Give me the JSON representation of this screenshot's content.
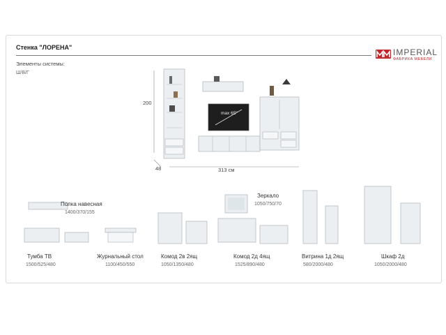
{
  "page": {
    "title": "Стенка \"ЛОРЕНА\"",
    "section_label": "Элементы системы:",
    "dims_header": "Ш/В/Г"
  },
  "brand": {
    "name": "IMPERIAL",
    "tagline": "ФАБРИКА МЕБЕЛИ",
    "accent": "#c0272d"
  },
  "composition": {
    "height_mark": "200",
    "depth_mark": "48",
    "width_mark": "313 см",
    "tv_mark": "max 65\""
  },
  "items": [
    {
      "name": "Полка навесная",
      "dims": "1400/370/155"
    },
    {
      "name": "Зеркало",
      "dims": "1050/750/70"
    },
    {
      "name": "Тумба ТВ",
      "dims": "1500/525/480"
    },
    {
      "name": "Журнальный стол",
      "dims": "1100/450/550"
    },
    {
      "name": "Комод 2в 2ящ",
      "dims": "1050/1350/480"
    },
    {
      "name": "Комод 2д 4ящ",
      "dims": "1525/890/480"
    },
    {
      "name": "Витрина 1д 2ящ",
      "dims": "580/2000/480"
    },
    {
      "name": "Шкаф 2д",
      "dims": "1050/2000/480"
    }
  ]
}
